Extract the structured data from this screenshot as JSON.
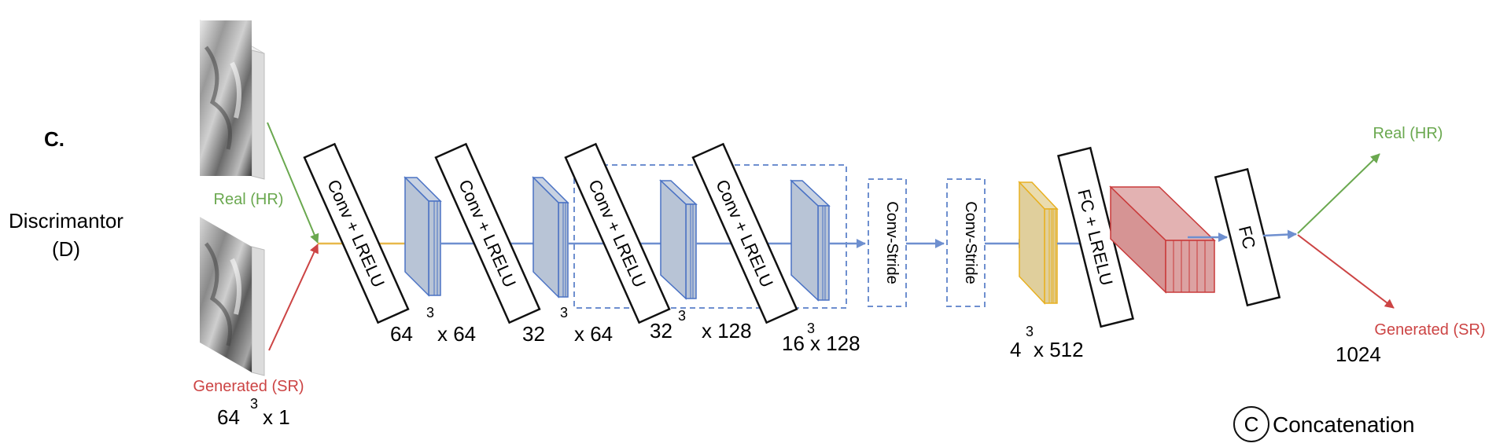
{
  "panel": {
    "letter": "C.",
    "title_line1": "Discrimantor",
    "title_line2": "(D)"
  },
  "inputs": {
    "real_label": "Real (HR)",
    "generated_label": "Generated (SR)",
    "input_size_base": "64",
    "input_size_exp": "3",
    "input_size_rest": "x 1"
  },
  "blocks": [
    {
      "text": "Conv + LRELU"
    },
    {
      "text": "Conv + LRELU"
    },
    {
      "text": "Conv + LRELU"
    },
    {
      "text": "Conv + LRELU"
    },
    {
      "text": "Conv-Stride"
    },
    {
      "text": "Conv-Stride"
    },
    {
      "text": "FC + LRELU"
    },
    {
      "text": "FC"
    }
  ],
  "sizes": [
    {
      "base": "64",
      "exp": "3",
      "rest": "x 64"
    },
    {
      "base": "32",
      "exp": "3",
      "rest": "x 64"
    },
    {
      "base": "32",
      "exp": "3",
      "rest": "x 128"
    },
    {
      "base": "16",
      "exp": "3",
      "rest": "x 128"
    },
    {
      "base": "4",
      "exp": "3",
      "rest": "x 512"
    },
    {
      "base": "1024",
      "exp": "",
      "rest": ""
    }
  ],
  "outputs": {
    "real_label": "Real (HR)",
    "generated_label": "Generated (SR)"
  },
  "legend": {
    "symbol": "C",
    "text": "Concatenation"
  },
  "colors": {
    "green": "#6aa84f",
    "red": "#cc4444",
    "blue_arrow": "#6e8fcf",
    "orange_arrow": "#e8b84a",
    "blue_fill": "#b8c4d6",
    "blue_edge": "#4a72c4",
    "yellow_fill": "#e0cf9c",
    "yellow_edge": "#e8b020",
    "pink_fill": "#d69494",
    "pink_edge": "#c93a3a"
  }
}
